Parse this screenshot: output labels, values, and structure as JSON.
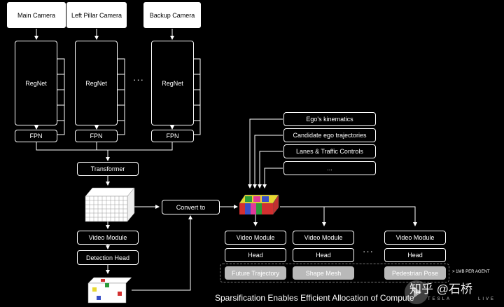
{
  "cameras": [
    "Main Camera",
    "Left Pillar Camera",
    "Backup Camera"
  ],
  "backbone": "RegNet",
  "fpn": "FPN",
  "transformer": "Transformer",
  "video_module": "Video Module",
  "detection_head": "Detection Head",
  "convert_to": "Convert to",
  "inputs": [
    "Ego's kinematics",
    "Candidate ego trajectories",
    "Lanes & Traffic Controls",
    "..."
  ],
  "head": "Head",
  "outputs": [
    "Future Trajectory",
    "Shape Mesh",
    "Pedestrian Pose"
  ],
  "ellipsis": "···",
  "budget": "> 1MB PER AGENT",
  "caption": "Sparsification Enables Efficient Allocation of Compute",
  "brand": "TESLA",
  "live": "LIVE",
  "watermark": "知乎 @石桥"
}
